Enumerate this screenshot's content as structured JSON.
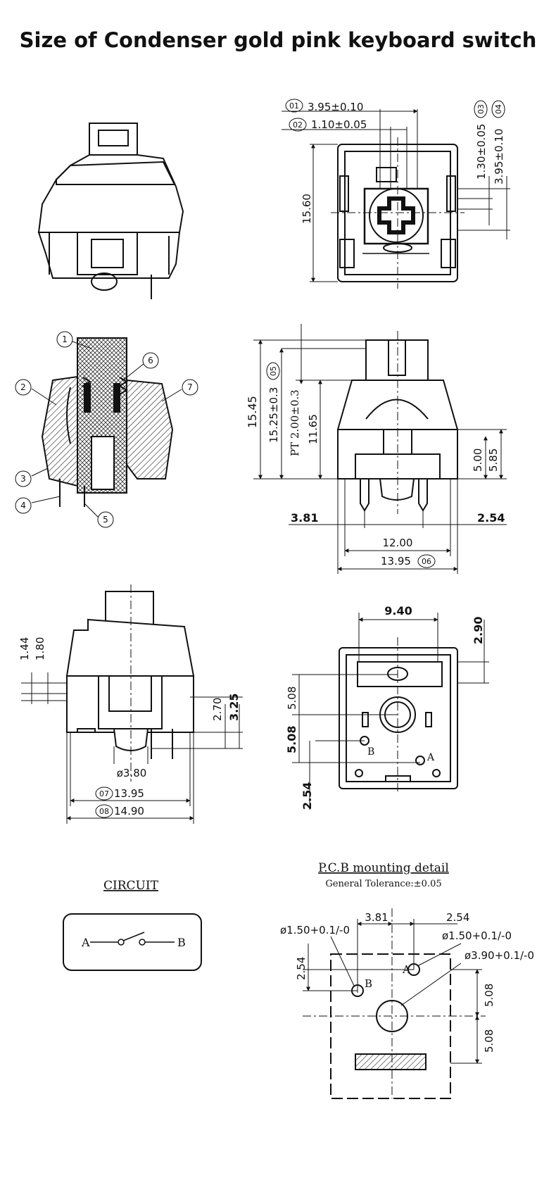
{
  "title": "Size of Condenser gold pink keyboard switch",
  "top_view": {
    "d01": {
      "tag": "01",
      "value": "3.95±0.10"
    },
    "d02": {
      "tag": "02",
      "value": "1.10±0.05"
    },
    "d03": {
      "tag": "03",
      "value": "1.30±0.05"
    },
    "d04": {
      "tag": "04",
      "value": "3.95±0.10"
    },
    "height": "15.60"
  },
  "section_view": {
    "callouts": [
      "1",
      "2",
      "3",
      "4",
      "5",
      "6",
      "7"
    ]
  },
  "front_view": {
    "overall": "15.45",
    "d05": {
      "value": "15.25±0.3",
      "tag": "05"
    },
    "pt": "PT 2.00±0.3",
    "body": "11.65",
    "h500": "5.00",
    "h585": "5.85",
    "left_pin": "3.81",
    "right_pin": "2.54",
    "w1200": "12.00",
    "d06": {
      "value": "13.95",
      "tag": "06"
    }
  },
  "side_view": {
    "v144": "1.44",
    "v180": "1.80",
    "v270": "2.70",
    "v325": "3.25",
    "dia": "ø3.80",
    "d07": {
      "tag": "07",
      "value": "13.95"
    },
    "d08": {
      "tag": "08",
      "value": "14.90"
    }
  },
  "bottom_view": {
    "w940": "9.40",
    "h290": "2.90",
    "l508a": "5.08",
    "l508b": "5.08",
    "l254": "2.54",
    "pin_b": "B",
    "pin_a": "A"
  },
  "circuit": {
    "label": "CIRCUIT",
    "a": "A",
    "b": "B"
  },
  "pcb": {
    "title": "P.C.B mounting detail",
    "tolerance": "General Tolerance:±0.05",
    "d381": "3.81",
    "d254h": "2.54",
    "hole_b": "ø1.50+0.1/-0",
    "hole_a": "ø1.50+0.1/-0",
    "hole_c": "ø3.90+0.1/-0",
    "d254v": "2.54",
    "v508a": "5.08",
    "v508b": "5.08",
    "a": "A",
    "b": "B"
  }
}
